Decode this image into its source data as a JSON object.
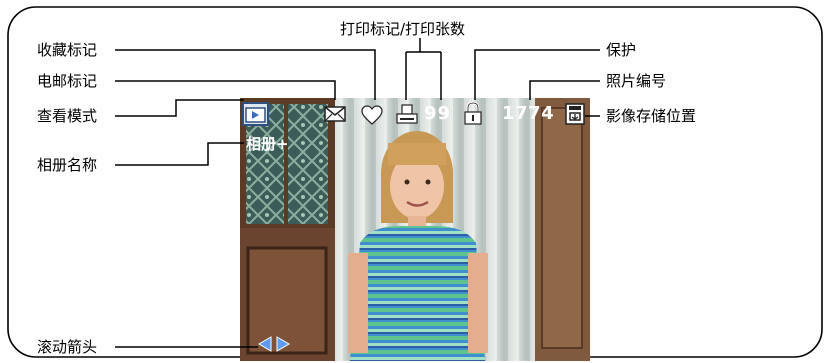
{
  "callouts": {
    "favorite_tag": "收藏标记",
    "print_tag": "打印标记/打印张数",
    "protect": "保护",
    "email_tag": "电邮标记",
    "picture_number": "照片编号",
    "view_mode": "查看模式",
    "storage_location": "影像存储位置",
    "album_name": "相册名称",
    "scroll_arrows": "滚动箭头"
  },
  "screen": {
    "album_label": "相册+",
    "print_count": "99",
    "picture_number": "1774"
  },
  "icons": {
    "view_mode": "review-mode-icon",
    "email": "envelope-icon",
    "favorite": "heart-icon",
    "print": "printer-icon",
    "protect": "lock-icon",
    "storage": "memory-card-icon",
    "scroll_left": "left-arrow-icon",
    "scroll_right": "right-arrow-icon"
  },
  "colors": {
    "arrow_blue": "#5b9cf0",
    "shirt_stripe_blue": "#3f8fd0",
    "shirt_stripe_green": "#5ec48e"
  }
}
